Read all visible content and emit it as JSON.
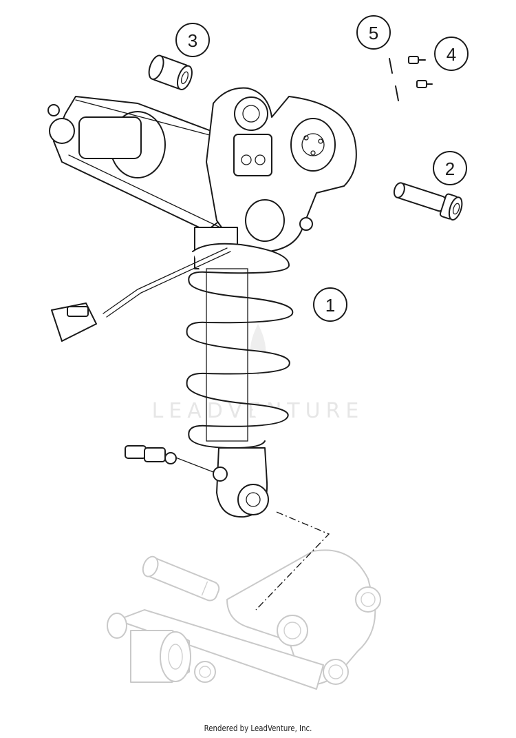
{
  "callouts": [
    {
      "label": "1"
    },
    {
      "label": "2"
    },
    {
      "label": "3"
    },
    {
      "label": "4"
    },
    {
      "label": "5"
    }
  ],
  "watermark": {
    "text": "LEADVENTURE"
  },
  "footer": {
    "credit": "Rendered by LeadVenture, Inc."
  }
}
